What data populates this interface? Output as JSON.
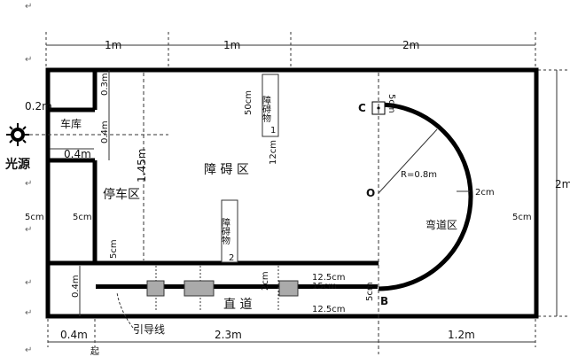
{
  "top_dims": {
    "d1": "1m",
    "d2": "1m",
    "d3": "2m"
  },
  "bottom_dims": {
    "d1": "0.4m",
    "d2": "2.3m",
    "d3": "1.2m"
  },
  "right_dim": "2m",
  "light_source": "光源",
  "garage": {
    "label": "车库",
    "top": "0.2m",
    "width": "0.4m",
    "h": "0.3m",
    "depth": "0.4m"
  },
  "parking": {
    "label": "停车区",
    "height": "1.45m",
    "wall_left": "5cm",
    "wall_right": "5cm"
  },
  "obstacle_zone": "障 碍 区",
  "obstacle1": {
    "label": "障碍物",
    "h": "50cm",
    "w": "12cm",
    "extra": "1"
  },
  "obstacle2": {
    "label": "障碍物",
    "extra": "2"
  },
  "curve": {
    "label": "弯道区",
    "radius": "R=0.8m",
    "width": "2cm",
    "wall": "5cm",
    "c_gap": "5cm"
  },
  "points": {
    "C": "C",
    "O": "O",
    "B": "B"
  },
  "straight": {
    "label": "直 道",
    "guide": "引导线",
    "lane_h": "0.4m",
    "wall_h": "5cm",
    "line_w": "2cm",
    "top_gap": "12.5cm",
    "mid": "15cm",
    "bottom_gap": "12.5cm",
    "b_wall": "5cm"
  },
  "start_mark": "起"
}
